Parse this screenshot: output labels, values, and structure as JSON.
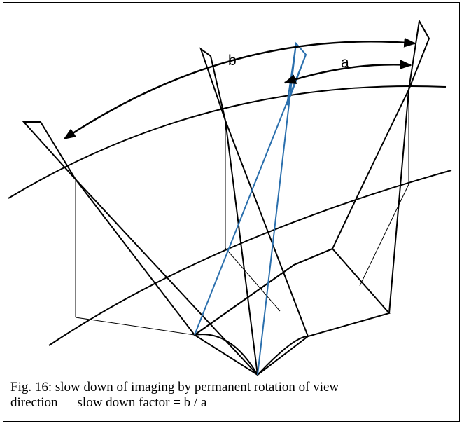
{
  "figure": {
    "label_b": "b",
    "label_a": "a",
    "colors": {
      "ink": "#000000",
      "accent": "#2a6fad"
    }
  },
  "caption": {
    "line1": "Fig. 16: slow down of imaging by permanent rotation of view",
    "line2_left": "direction",
    "line2_right": "slow down factor = b / a"
  }
}
